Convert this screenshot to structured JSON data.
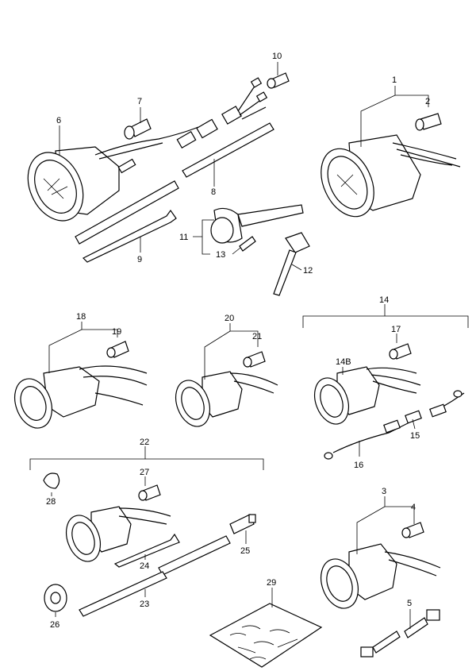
{
  "callouts": [
    {
      "id": "c1",
      "text": "1"
    },
    {
      "id": "c2",
      "text": "2"
    },
    {
      "id": "c3",
      "text": "3"
    },
    {
      "id": "c4",
      "text": "4"
    },
    {
      "id": "c5",
      "text": "5"
    },
    {
      "id": "c6",
      "text": "6"
    },
    {
      "id": "c7",
      "text": "7"
    },
    {
      "id": "c8",
      "text": "8"
    },
    {
      "id": "c9",
      "text": "9"
    },
    {
      "id": "c10",
      "text": "10"
    },
    {
      "id": "c11",
      "text": "11"
    },
    {
      "id": "c12",
      "text": "12"
    },
    {
      "id": "c13",
      "text": "13"
    },
    {
      "id": "c14",
      "text": "14"
    },
    {
      "id": "c14b",
      "text": "14B"
    },
    {
      "id": "c15",
      "text": "15"
    },
    {
      "id": "c16",
      "text": "16"
    },
    {
      "id": "c17",
      "text": "17"
    },
    {
      "id": "c18",
      "text": "18"
    },
    {
      "id": "c19",
      "text": "19"
    },
    {
      "id": "c20",
      "text": "20"
    },
    {
      "id": "c21",
      "text": "21"
    },
    {
      "id": "c22",
      "text": "22"
    },
    {
      "id": "c23",
      "text": "23"
    },
    {
      "id": "c24",
      "text": "24"
    },
    {
      "id": "c25",
      "text": "25"
    },
    {
      "id": "c26",
      "text": "26"
    },
    {
      "id": "c27",
      "text": "27"
    },
    {
      "id": "c28",
      "text": "28"
    },
    {
      "id": "c29",
      "text": "29"
    }
  ]
}
